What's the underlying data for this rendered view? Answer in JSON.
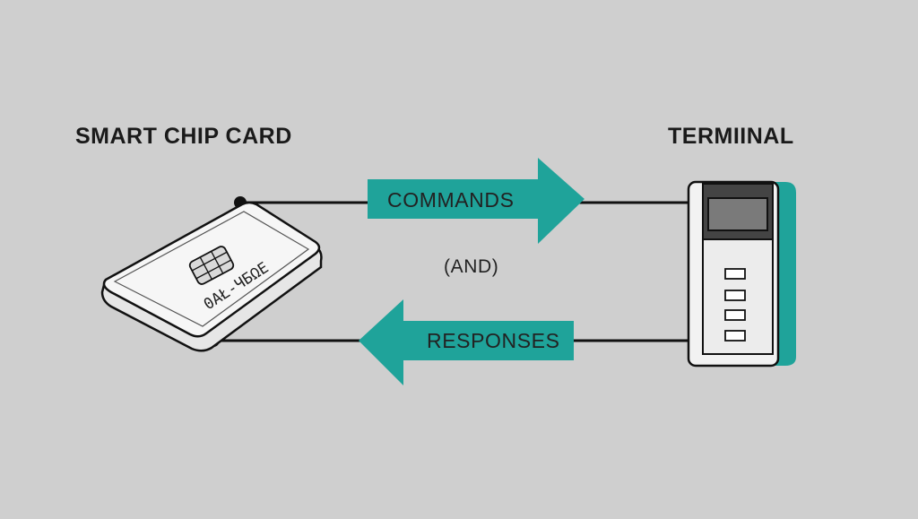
{
  "labels": {
    "card": "SMART CHIP CARD",
    "terminal": "TERMIINAL",
    "commands": "COMMANDS",
    "and": "(AND)",
    "responses": "RESPONSES",
    "card_print": "0АŁ-ЧБΩE"
  },
  "colors": {
    "background": "#cfcfcf",
    "accent": "#1fa39a",
    "line": "#111111",
    "card": "#f4f4f4",
    "screen": "#7a7a7a"
  }
}
